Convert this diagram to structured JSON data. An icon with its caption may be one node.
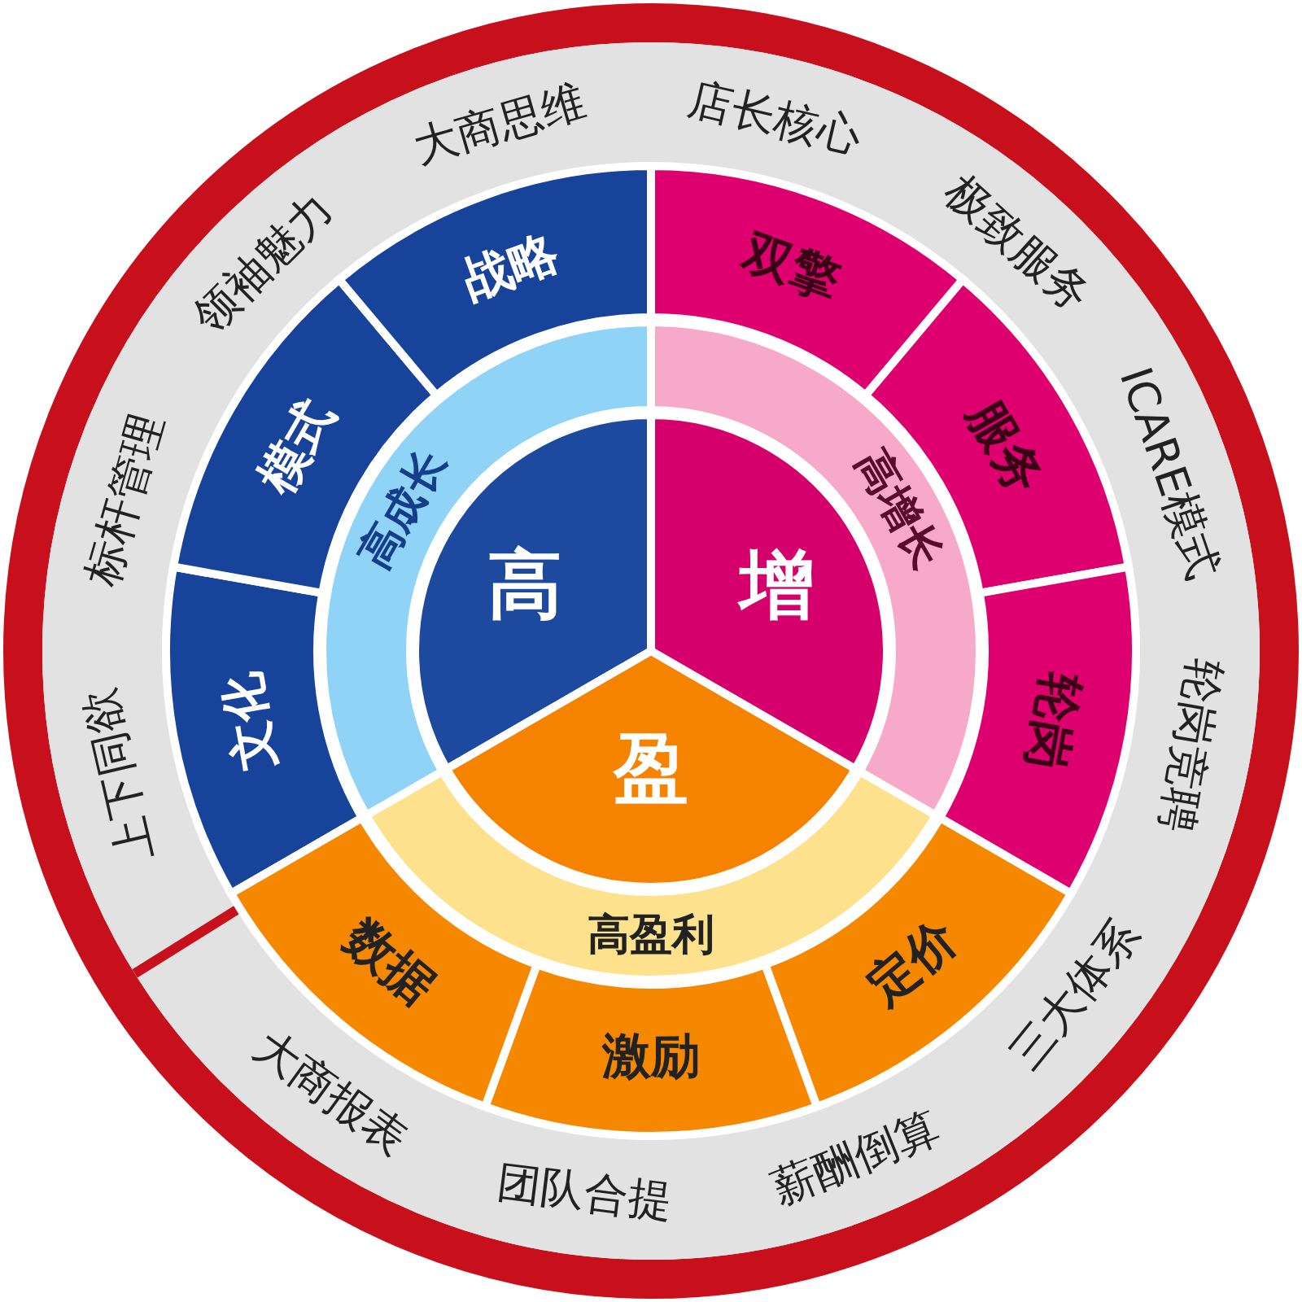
{
  "diagram": {
    "nodes": [
      {
        "text": [
          "上下同欲",
          "标杆管理",
          "领袖魅力",
          "大商思维",
          "店长核心",
          "极致服务",
          "ICARE模式",
          "轮岗竞聘",
          "三大体系",
          "薪酬倒算",
          "团队合提",
          "大商报表"
        ]
      },
      {
        "text": [
          "高"
        ],
        "in": 0
      },
      {
        "text": [
          "增"
        ],
        "in": 0
      },
      {
        "text": [
          "盈"
        ],
        "in": 0
      },
      {
        "text": [
          "高成长"
        ],
        "in": 0
      },
      {
        "text": [
          "高增长"
        ],
        "in": 0
      },
      {
        "text": [
          "高盈利"
        ],
        "in": 0
      },
      {
        "text": [
          "文化"
        ],
        "in": 0
      },
      {
        "text": [
          "模式"
        ],
        "in": 0
      },
      {
        "text": [
          "战略"
        ],
        "in": 0
      },
      {
        "text": [
          "双擎"
        ],
        "in": 0
      },
      {
        "text": [
          "服务"
        ],
        "in": 0
      },
      {
        "text": [
          "轮岗"
        ],
        "in": 0
      },
      {
        "text": [
          "定价"
        ],
        "in": 0
      },
      {
        "text": [
          "激励"
        ],
        "in": 0
      },
      {
        "text": [
          "数据"
        ],
        "in": 0
      }
    ]
  }
}
